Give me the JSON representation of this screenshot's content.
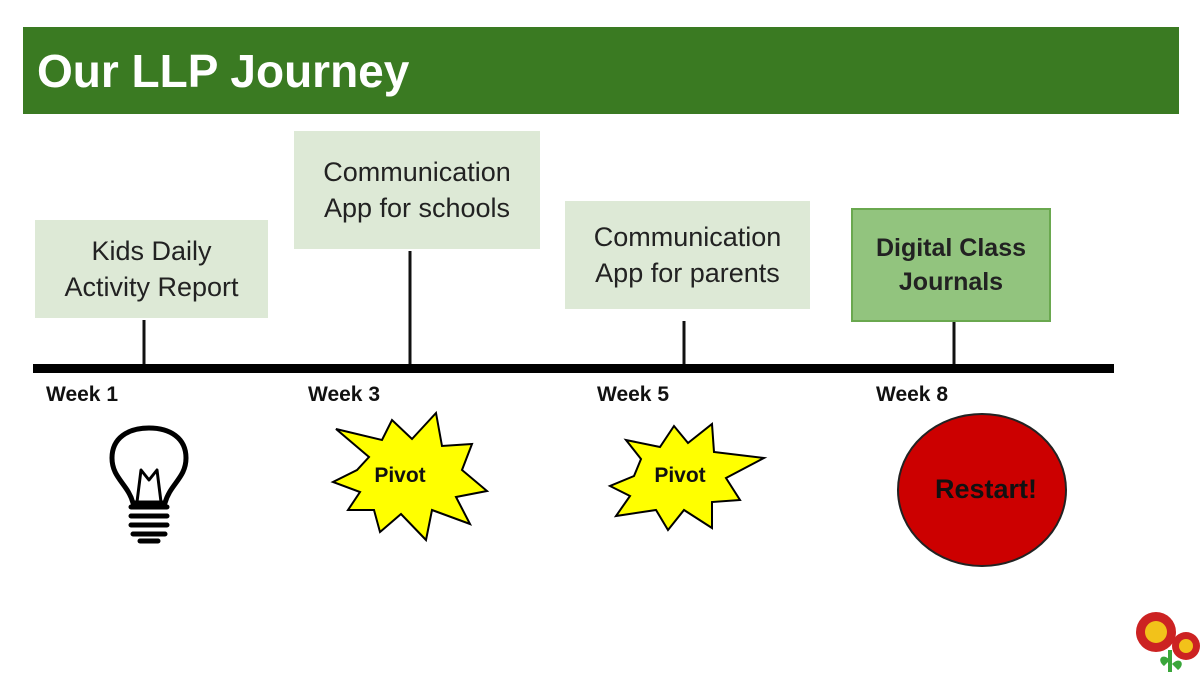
{
  "slide": {
    "title": "Our LLP Journey"
  },
  "colors": {
    "title_bar": "#3a7a22",
    "milestone_box": "#dde9d6",
    "final_box": "#92c47e",
    "final_box_border": "#6aa84f",
    "starburst_fill": "#ffff00",
    "restart_circle": "#cc0000"
  },
  "timeline": {
    "milestones": [
      {
        "week": "Week 1",
        "label_line1": "Kids Daily",
        "label_line2": "Activity Report",
        "event": "lightbulb-icon"
      },
      {
        "week": "Week 3",
        "label_line1": "Communication",
        "label_line2": "App for schools",
        "event": "Pivot"
      },
      {
        "week": "Week 5",
        "label_line1": "Communication",
        "label_line2": "App for parents",
        "event": "Pivot"
      },
      {
        "week": "Week 8",
        "label_line1": "Digital Class",
        "label_line2": "Journals",
        "event": "Restart!"
      }
    ]
  },
  "icons": {
    "week1_event": "lightbulb-icon",
    "logo": "sunflower-logo-icon"
  }
}
